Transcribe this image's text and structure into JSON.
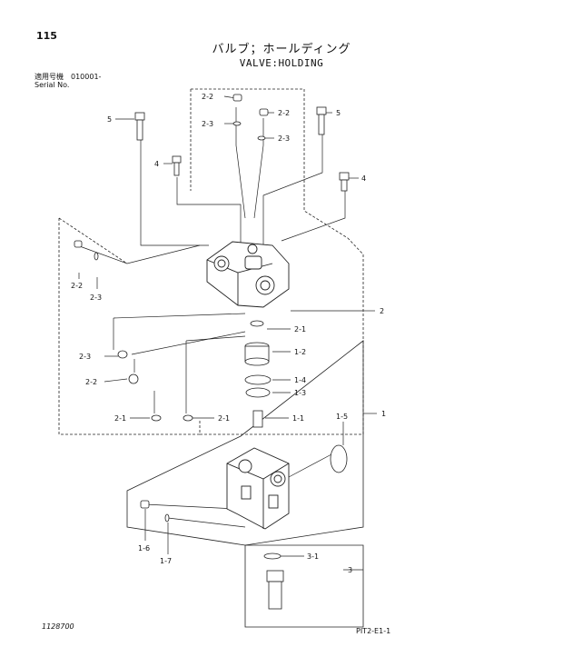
{
  "page": {
    "number": "115",
    "title_jp": "バルブ；ホールディング",
    "title_en": "VALVE:HOLDING",
    "serial_jp": "適用号機　010001-",
    "serial_en": "Serial No.",
    "drawing_no": "1128700",
    "ref_code": "PIT2-E1-1"
  },
  "callouts": {
    "c1": "2-2",
    "c2": "2-2",
    "c3": "2-3",
    "c4": "2-3",
    "c5": "5",
    "c6": "5",
    "c7": "4",
    "c8": "4",
    "c9": "2-2",
    "c10": "2-3",
    "c11": "2",
    "c12": "2-1",
    "c13": "2-3",
    "c14": "1-2",
    "c15": "2-2",
    "c16": "1-4",
    "c17": "1-3",
    "c18": "2-1",
    "c19": "2-1",
    "c20": "1-1",
    "c21": "1-5",
    "c22": "1",
    "c23": "1-6",
    "c24": "1-7",
    "c25": "3-1",
    "c26": "3"
  }
}
